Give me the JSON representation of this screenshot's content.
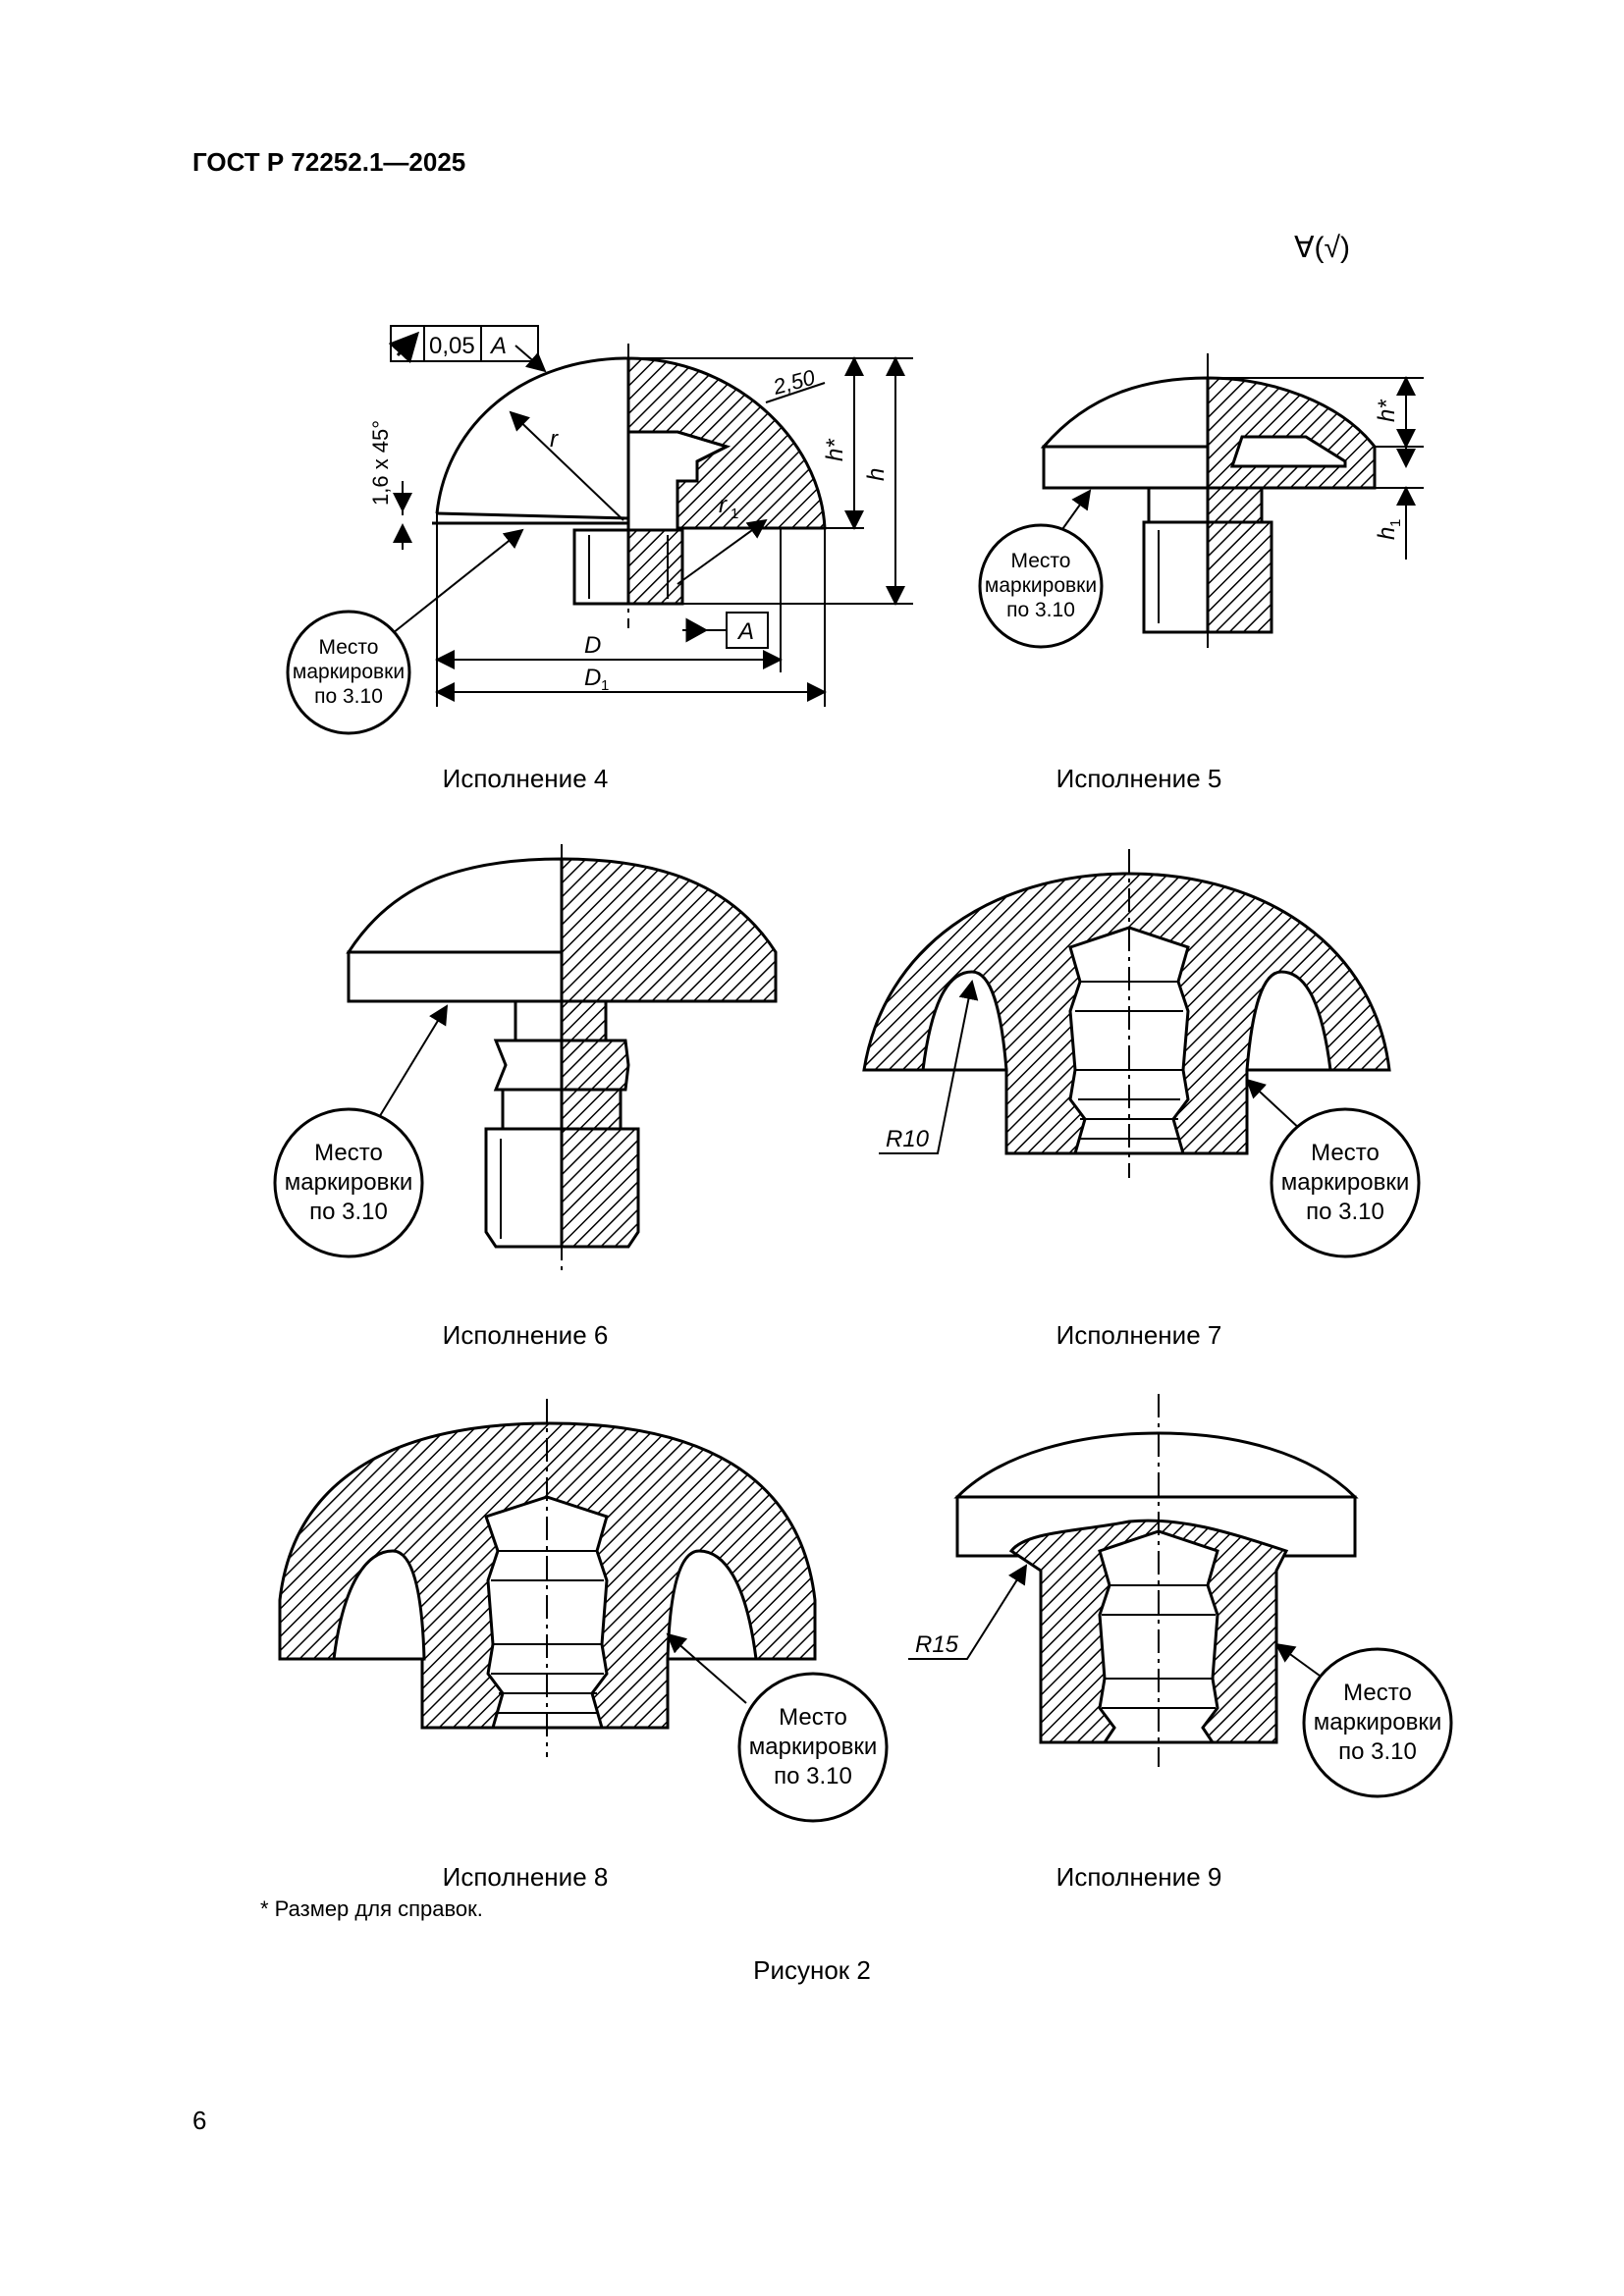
{
  "header": {
    "standard": "ГОСТ Р 72252.1—2025"
  },
  "roughness_symbol": "∀(√)",
  "marking_label": {
    "line1": "Место",
    "line2": "маркировки",
    "line3": "по 3.10"
  },
  "dimensions": {
    "tolerance_value": "0,05",
    "datum": "A",
    "chamfer": "1,6 x 45°",
    "dim_250": "2,50",
    "dim_r": "r",
    "dim_r1": "r",
    "dim_r1_sub": "1",
    "dim_hstar": "h*",
    "dim_h": "h",
    "dim_h1": "h",
    "dim_h1_sub": "1",
    "dim_D": "D",
    "dim_D1": "D",
    "dim_D1_sub": "1",
    "r10": "R10",
    "r15": "R15"
  },
  "captions": {
    "v4": "Исполнение 4",
    "v5": "Исполнение 5",
    "v6": "Исполнение 6",
    "v7": "Исполнение 7",
    "v8": "Исполнение 8",
    "v9": "Исполнение 9"
  },
  "footnote": "* Размер для справок.",
  "figure_caption": "Рисунок 2",
  "page_number": "6"
}
